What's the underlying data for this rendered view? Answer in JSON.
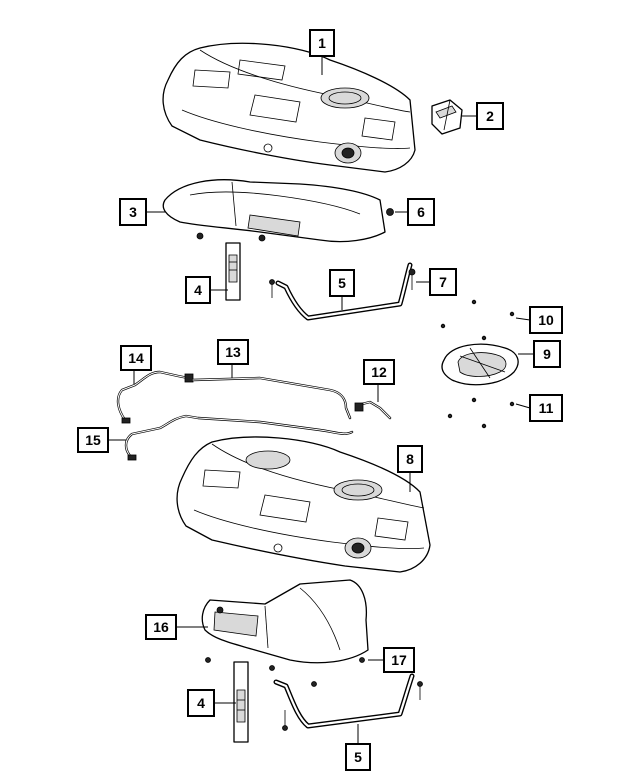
{
  "diagram": {
    "callouts": [
      {
        "id": "c1",
        "label": "1"
      },
      {
        "id": "c2",
        "label": "2"
      },
      {
        "id": "c3",
        "label": "3"
      },
      {
        "id": "c4a",
        "label": "4"
      },
      {
        "id": "c5a",
        "label": "5"
      },
      {
        "id": "c6",
        "label": "6"
      },
      {
        "id": "c7",
        "label": "7"
      },
      {
        "id": "c8",
        "label": "8"
      },
      {
        "id": "c9",
        "label": "9"
      },
      {
        "id": "c10",
        "label": "10"
      },
      {
        "id": "c11",
        "label": "11"
      },
      {
        "id": "c12",
        "label": "12"
      },
      {
        "id": "c13",
        "label": "13"
      },
      {
        "id": "c14",
        "label": "14"
      },
      {
        "id": "c15",
        "label": "15"
      },
      {
        "id": "c16",
        "label": "16"
      },
      {
        "id": "c4b",
        "label": "4"
      },
      {
        "id": "c17",
        "label": "17"
      },
      {
        "id": "c5b",
        "label": "5"
      }
    ],
    "parts": [
      {
        "id": "p-fuel-tank-upper",
        "icon": "fuel-tank"
      },
      {
        "id": "p-bracket",
        "icon": "bracket"
      },
      {
        "id": "p-heat-shield-upper",
        "icon": "heat-shield"
      },
      {
        "id": "p-strap-support-upper",
        "icon": "strap-support"
      },
      {
        "id": "p-strap-upper",
        "icon": "tank-strap"
      },
      {
        "id": "p-nut",
        "icon": "nut"
      },
      {
        "id": "p-bolt",
        "icon": "bolt"
      },
      {
        "id": "p-fuel-tank-lower",
        "icon": "fuel-tank"
      },
      {
        "id": "p-lock-ring",
        "icon": "lock-ring"
      },
      {
        "id": "p-screws",
        "icon": "screw"
      },
      {
        "id": "p-vapor-line",
        "icon": "tube"
      },
      {
        "id": "p-fuel-line",
        "icon": "tube"
      },
      {
        "id": "p-heat-shield-lower",
        "icon": "heat-shield"
      },
      {
        "id": "p-strap-lower",
        "icon": "tank-strap"
      }
    ]
  }
}
